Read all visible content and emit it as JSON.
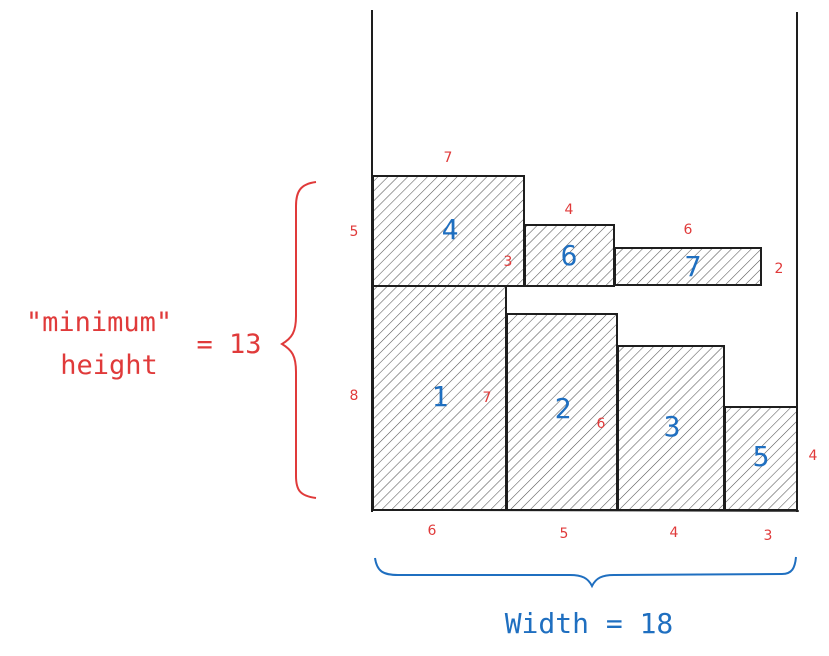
{
  "colors": {
    "red": "#e03a3a",
    "blue": "#1f6fc0",
    "ink": "#1e1e1e",
    "hatch": "#555555"
  },
  "height_annotation": {
    "line1": "\"minimum\"",
    "line2": "height",
    "equation": "= 13"
  },
  "width_annotation": {
    "text": "Width = 18"
  },
  "rectangles": [
    {
      "id": "1",
      "width": "6",
      "height": "8"
    },
    {
      "id": "2",
      "width": "5",
      "height": "7"
    },
    {
      "id": "3",
      "width": "4",
      "height": "6"
    },
    {
      "id": "4",
      "width": "7",
      "height": "5"
    },
    {
      "id": "5",
      "width": "3",
      "height": "4"
    },
    {
      "id": "6",
      "width": "4",
      "height": "3"
    },
    {
      "id": "7",
      "width": "6",
      "height": "2"
    }
  ]
}
